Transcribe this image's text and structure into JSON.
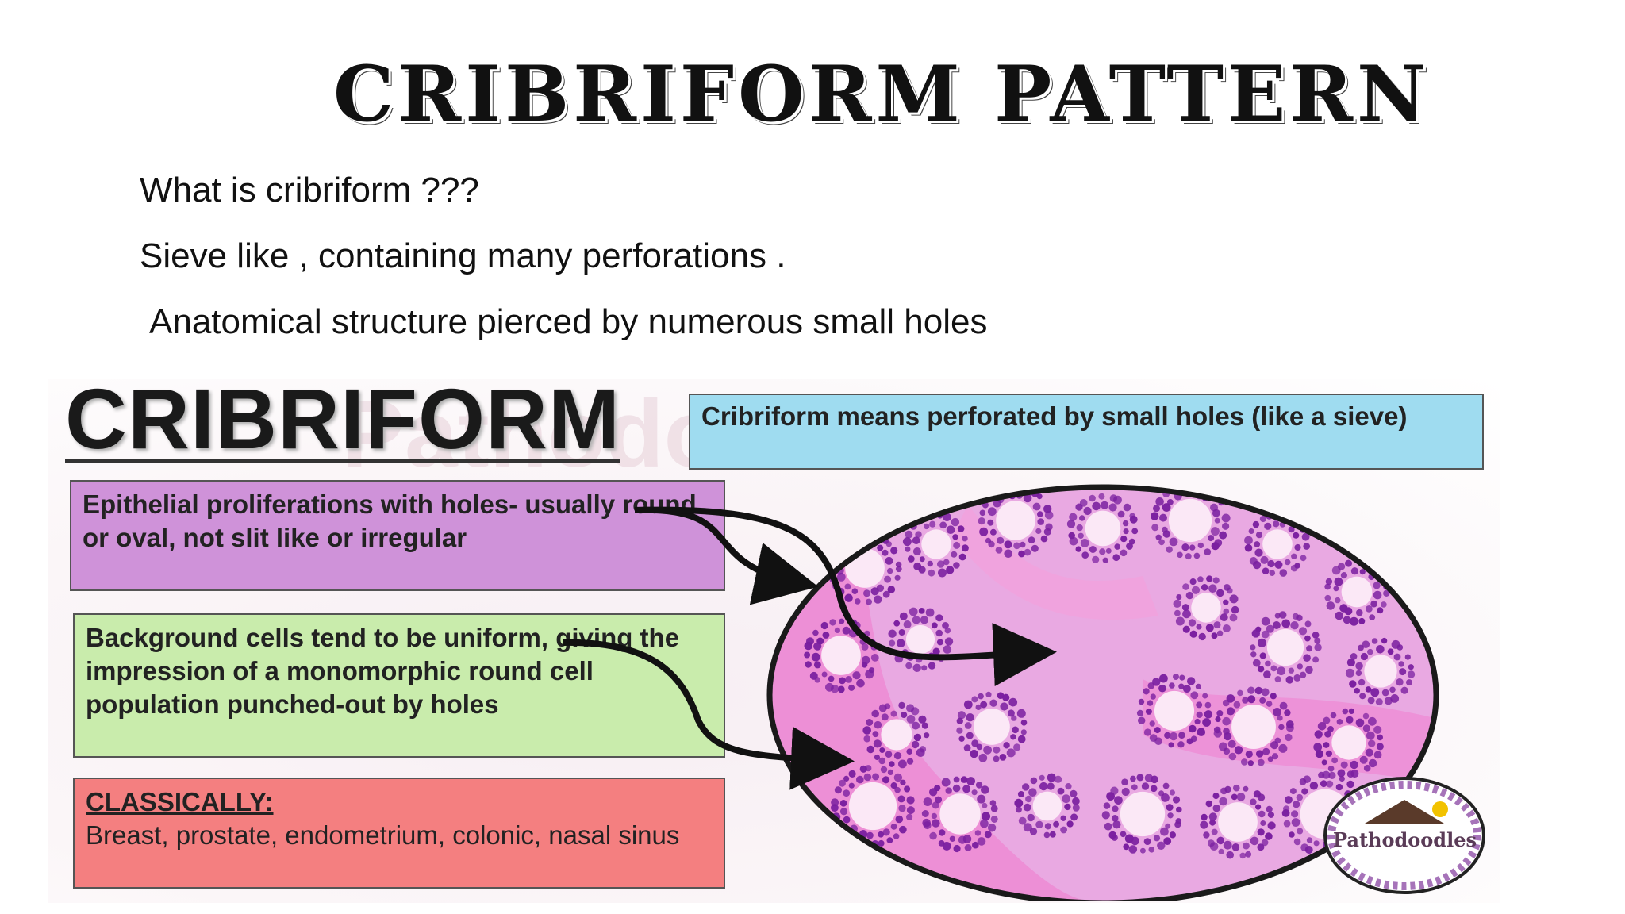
{
  "slide": {
    "title": "CRIBRIFORM PATTERN",
    "bullets": [
      "What is cribriform ???",
      "Sieve like , containing many perforations .",
      "Anatomical structure pierced by numerous small holes"
    ]
  },
  "infographic": {
    "heading": "CRIBRIFORM",
    "watermark": "Pathodoodles",
    "definition": "Cribriform means perforated by small holes (like a sieve)",
    "epithelial_box": "Epithelial proliferations with holes- usually round or oval, not slit like or irregular",
    "background_box": "Background cells tend to be uniform, giving the impression of a monomorphic round cell population punched-out by holes",
    "classically_box": {
      "heading": "CLASSICALLY:",
      "text": "Breast, prostate, endometrium, colonic, nasal sinus"
    },
    "logo_text": "Pathodoodles",
    "colors": {
      "definition_bg": "#9fdcf0",
      "epithelial_bg": "#cf92d9",
      "background_bg": "#c9ecac",
      "classically_bg": "#f47f80",
      "stroma_pink": "#e98bd6",
      "cell_purple": "#7a1fa0"
    }
  }
}
